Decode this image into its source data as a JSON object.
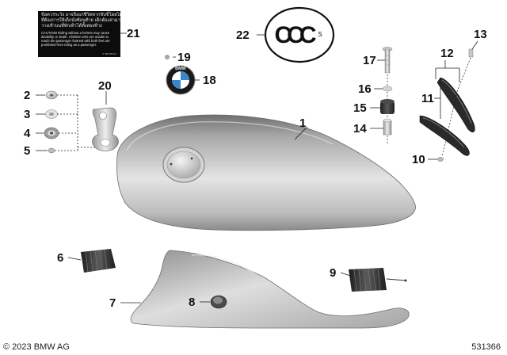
{
  "callouts": [
    "1",
    "2",
    "3",
    "4",
    "5",
    "6",
    "7",
    "8",
    "9",
    "10",
    "11",
    "12",
    "13",
    "14",
    "15",
    "16",
    "17",
    "18",
    "19",
    "20",
    "21",
    "22"
  ],
  "warning_label": {
    "thai_lines": [
      "ข้อควรระวัง อาจถึงแก่ชีวิตหากขับขี่โดยไม่สวมหมวกนิรภัย และในกรณี",
      "ที่ต้องการให้เด็กนั่งซ้อนท้าย เด็กต้องสามารถ",
      "วางเท้าบนที่พักเท้าได้ทั้งสองข้าง"
    ],
    "caution_text": "CAUTION! Riding without a helmet may cause disability or death. Children who are unable to reach the passenger footrest with both feet are prohibited from riding as a passenger.",
    "small_code": "5 338 558 01"
  },
  "ccc_mark": {
    "letters": "CCC",
    "suffix": "S"
  },
  "bmw_badge": {
    "text": "BMW"
  },
  "footer": {
    "copyright": "© 2023 BMW AG",
    "document_number": "531366"
  },
  "colors": {
    "ink": "#111111",
    "metal_light": "#e6e6e6",
    "metal_mid": "#b8b8b8",
    "metal_dark": "#7c7c7c",
    "bmw_blue": "#3a86c8",
    "rubber": "#2a2a2a"
  }
}
